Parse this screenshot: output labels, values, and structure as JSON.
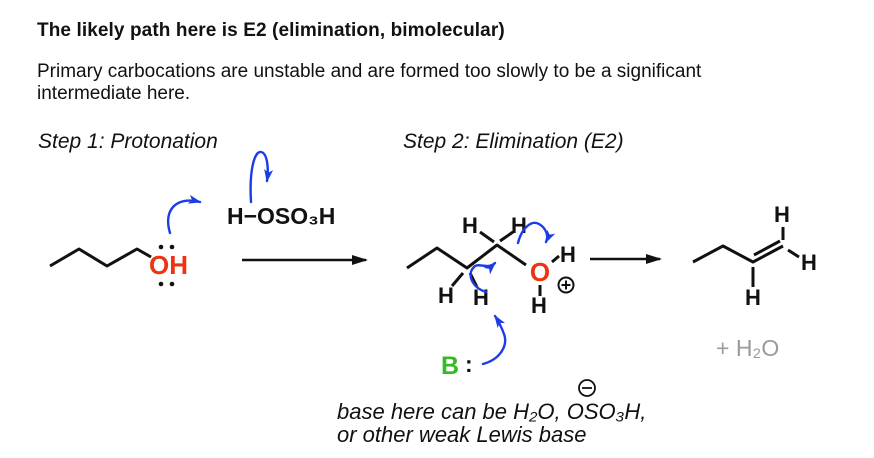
{
  "colors": {
    "arrow_blue": "#1c3ce8",
    "heteroatom_red": "#ee3311",
    "base_green": "#33bb22",
    "byproduct_gray": "#9a9a9a",
    "ink_black": "#111111"
  },
  "header": {
    "title": "The likely path here is E2 (elimination, bimolecular)",
    "body_line1": "Primary carbocations are unstable and are formed too slowly to be a significant",
    "body_line2": "intermediate here."
  },
  "steps": {
    "step1": "Step 1: Protonation",
    "step2": "Step 2: Elimination (E2)"
  },
  "chem": {
    "h_atom": "H",
    "o_atom": "O",
    "oh_group": "OH",
    "sulfuric_acid": "H−OSO₃H",
    "water_byproduct": "+ H₂O",
    "base_symbol": "B",
    "base_lone_pair": ":"
  },
  "caption": {
    "line1": "base here can be H₂O, OSO₃H,",
    "line2": "or other weak Lewis base"
  }
}
